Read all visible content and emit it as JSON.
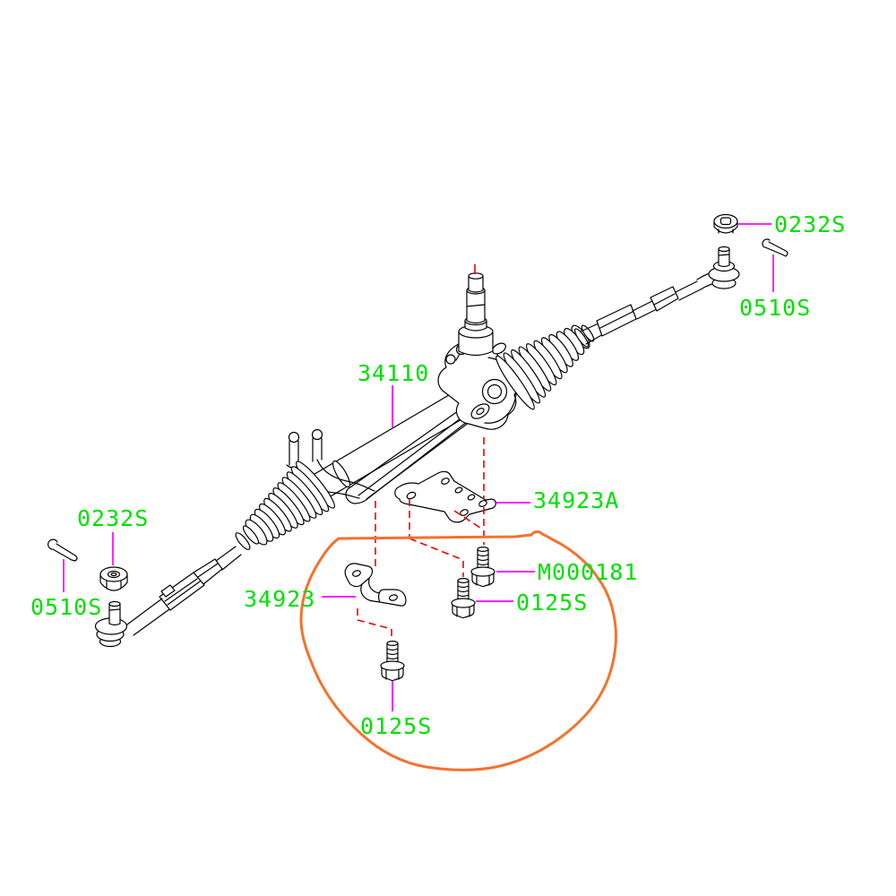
{
  "diagram": {
    "type": "exploded-parts-diagram",
    "subject": "power-steering gear box assembly",
    "colors": {
      "background": "#ffffff",
      "line_art": "#000000",
      "part_label": "#00e000",
      "leader_line": "#ff00ff",
      "reference_line": "#ee0000",
      "highlight_loop": "#f4722d"
    },
    "labels": [
      {
        "id": "0232S-top-right",
        "text": "0232S"
      },
      {
        "id": "0510S-top-right",
        "text": "0510S"
      },
      {
        "id": "34110",
        "text": "34110"
      },
      {
        "id": "34923A",
        "text": "34923A"
      },
      {
        "id": "M000181",
        "text": "M000181"
      },
      {
        "id": "0125S-middle",
        "text": "0125S"
      },
      {
        "id": "34923",
        "text": "34923"
      },
      {
        "id": "0232S-left",
        "text": "0232S"
      },
      {
        "id": "0510S-left",
        "text": "0510S"
      },
      {
        "id": "0125S-bottom",
        "text": "0125S"
      }
    ]
  }
}
